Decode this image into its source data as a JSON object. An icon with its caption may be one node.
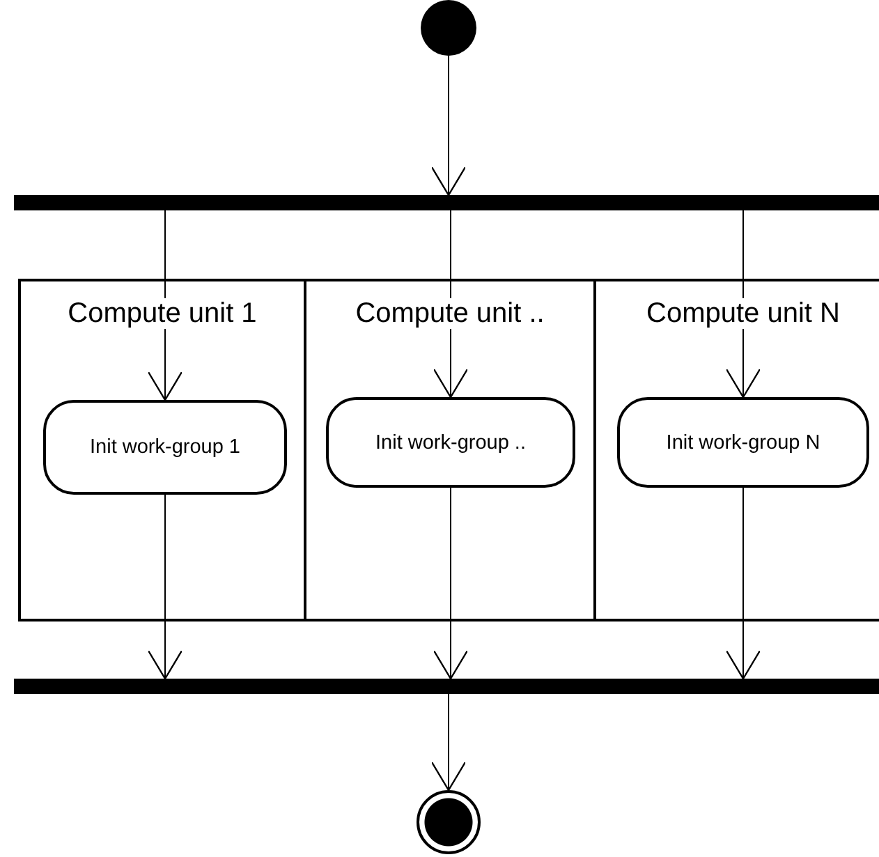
{
  "diagram": {
    "nodes": [
      {
        "text": [],
        "shape": "circle"
      },
      {
        "text": [],
        "shape": "bar"
      },
      {
        "text": [
          "Compute unit 1"
        ]
      },
      {
        "text": [
          "Compute unit .."
        ]
      },
      {
        "text": [
          "Compute unit N"
        ]
      },
      {
        "text": [
          "Init work-group 1"
        ],
        "in": 2
      },
      {
        "text": [
          "Init work-group .."
        ],
        "in": 3
      },
      {
        "text": [
          "Init work-group N"
        ],
        "in": 4
      },
      {
        "text": [],
        "shape": "bar"
      },
      {
        "text": [],
        "shape": "circle"
      }
    ],
    "edges": [
      {
        "from": 0,
        "to": 1,
        "arrow": "to"
      },
      {
        "from": 1,
        "to": 5,
        "arrow": "to"
      },
      {
        "from": 1,
        "to": 6,
        "arrow": "to"
      },
      {
        "from": 1,
        "to": 7,
        "arrow": "to"
      },
      {
        "from": 5,
        "to": 8,
        "arrow": "to"
      },
      {
        "from": 6,
        "to": 8,
        "arrow": "to"
      },
      {
        "from": 7,
        "to": 8,
        "arrow": "to"
      },
      {
        "from": 8,
        "to": 9,
        "arrow": "to"
      }
    ]
  }
}
